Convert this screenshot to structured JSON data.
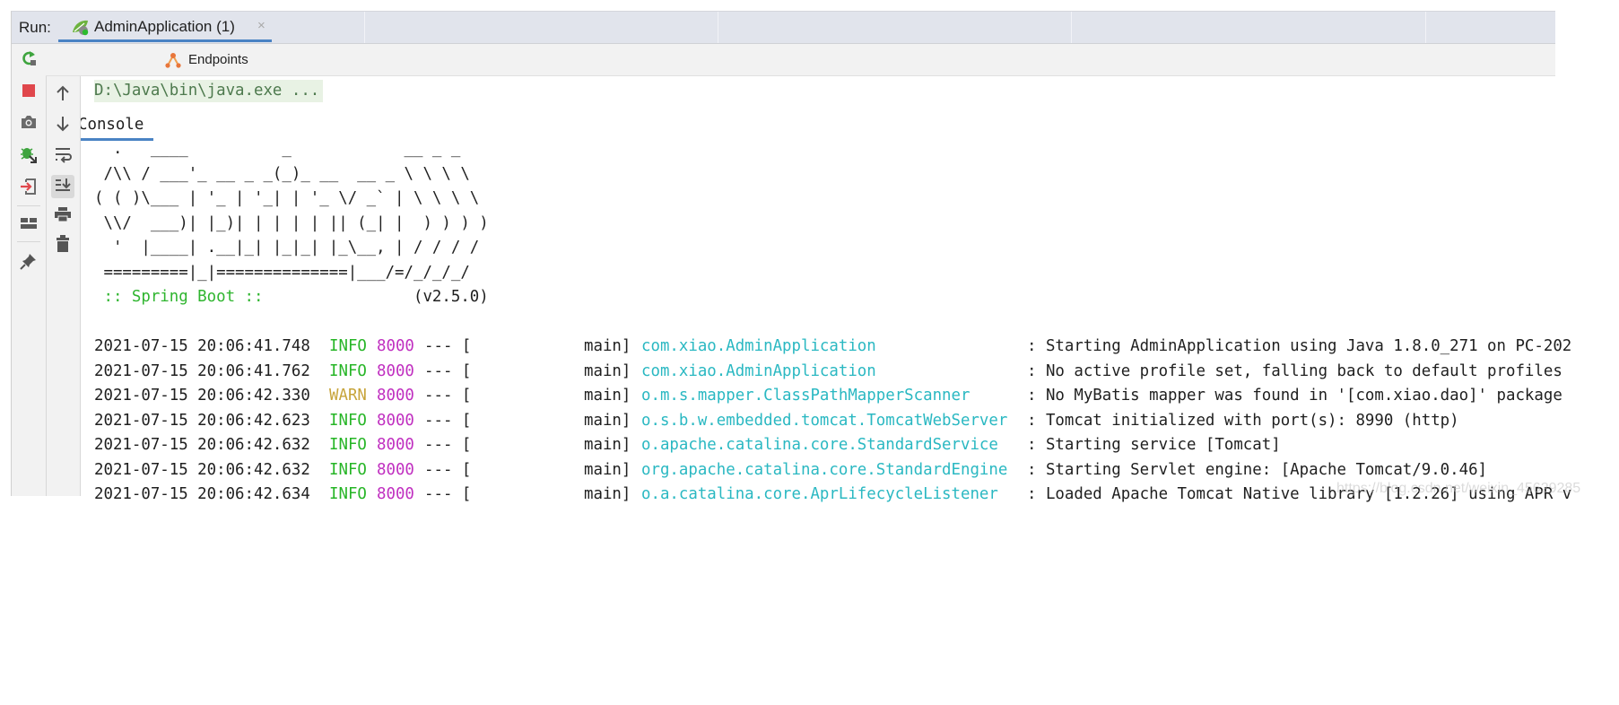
{
  "run_panel": {
    "label": "Run:",
    "tab": {
      "title": "AdminApplication (1)",
      "close_icon": "×",
      "icon": "spring-boot-run-icon"
    },
    "subtabs": [
      {
        "label": "Console",
        "icon": "console-icon",
        "active": true
      },
      {
        "label": "Endpoints",
        "icon": "endpoints-icon",
        "active": false
      }
    ],
    "left_toolbar": [
      {
        "name": "rerun",
        "icon": "rerun-icon"
      },
      {
        "name": "stop",
        "icon": "stop-icon"
      },
      {
        "name": "dump-threads",
        "icon": "camera-icon"
      },
      {
        "name": "debug-attach",
        "icon": "bug-arrow-icon"
      },
      {
        "name": "exit",
        "icon": "exit-icon"
      },
      {
        "name": "layout",
        "icon": "layout-icon"
      },
      {
        "name": "pin-tab",
        "icon": "pin-icon"
      }
    ],
    "console_toolbar": [
      {
        "name": "up-stack",
        "icon": "arrow-up-icon"
      },
      {
        "name": "down-stack",
        "icon": "arrow-down-icon"
      },
      {
        "name": "soft-wrap",
        "icon": "soft-wrap-icon"
      },
      {
        "name": "scroll-to-end",
        "icon": "scroll-to-end-icon",
        "active": true
      },
      {
        "name": "print",
        "icon": "print-icon"
      },
      {
        "name": "clear-all",
        "icon": "trash-icon"
      }
    ]
  },
  "console": {
    "command": "D:\\Java\\bin\\java.exe ...",
    "banner": "  .   ____          _            __ _ _\n /\\\\ / ___'_ __ _ _(_)_ __  __ _ \\ \\ \\ \\\n( ( )\\___ | '_ | '_| | '_ \\/ _` | \\ \\ \\ \\\n \\\\/  ___)| |_)| | | | | || (_| |  ) ) ) )\n  '  |____| .__|_| |_|_| |_\\__, | / / / /\n =========|_|==============|___/=/_/_/_/",
    "boot_label": " :: Spring Boot :: ",
    "boot_version": "               (v2.5.0)",
    "logs": [
      {
        "timestamp": "2021-07-15 20:06:41.748",
        "level": "INFO",
        "pid": "8000",
        "sep": "--- [",
        "thread": "main]",
        "logger": "com.xiao.AdminApplication",
        "message": ": Starting AdminApplication using Java 1.8.0_271 on PC-202"
      },
      {
        "timestamp": "2021-07-15 20:06:41.762",
        "level": "INFO",
        "pid": "8000",
        "sep": "--- [",
        "thread": "main]",
        "logger": "com.xiao.AdminApplication",
        "message": ": No active profile set, falling back to default profiles"
      },
      {
        "timestamp": "2021-07-15 20:06:42.330",
        "level": "WARN",
        "pid": "8000",
        "sep": "--- [",
        "thread": "main]",
        "logger": "o.m.s.mapper.ClassPathMapperScanner",
        "message": ": No MyBatis mapper was found in '[com.xiao.dao]' package"
      },
      {
        "timestamp": "2021-07-15 20:06:42.623",
        "level": "INFO",
        "pid": "8000",
        "sep": "--- [",
        "thread": "main]",
        "logger": "o.s.b.w.embedded.tomcat.TomcatWebServer",
        "message": ": Tomcat initialized with port(s): 8990 (http)"
      },
      {
        "timestamp": "2021-07-15 20:06:42.632",
        "level": "INFO",
        "pid": "8000",
        "sep": "--- [",
        "thread": "main]",
        "logger": "o.apache.catalina.core.StandardService",
        "message": ": Starting service [Tomcat]"
      },
      {
        "timestamp": "2021-07-15 20:06:42.632",
        "level": "INFO",
        "pid": "8000",
        "sep": "--- [",
        "thread": "main]",
        "logger": "org.apache.catalina.core.StandardEngine",
        "message": ": Starting Servlet engine: [Apache Tomcat/9.0.46]"
      },
      {
        "timestamp": "2021-07-15 20:06:42.634",
        "level": "INFO",
        "pid": "8000",
        "sep": "--- [",
        "thread": "main]",
        "logger": "o.a.catalina.core.AprLifecycleListener",
        "message": ": Loaded Apache Tomcat Native library [1.2.26] using APR v"
      }
    ]
  },
  "colors": {
    "accent": "#4a83c4",
    "info": "#26b526",
    "warn": "#c7a43a",
    "pid": "#c02fc0",
    "logger": "#2ab8c2",
    "spring_green": "#2fb52f"
  },
  "watermark": "https://blog.csdn.net/weixin_45629285"
}
